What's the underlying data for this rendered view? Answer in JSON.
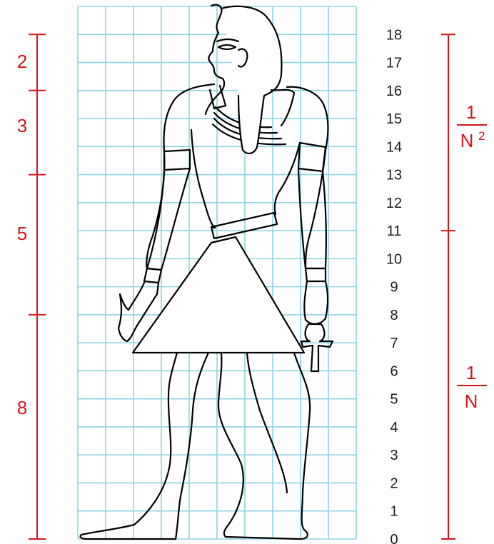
{
  "grid": {
    "columns": 10,
    "rows": 19,
    "color": "#8fd3e3"
  },
  "row_labels": [
    "0",
    "1",
    "2",
    "3",
    "4",
    "5",
    "6",
    "7",
    "8",
    "9",
    "10",
    "11",
    "12",
    "13",
    "14",
    "15",
    "16",
    "17",
    "18"
  ],
  "left_segments": [
    "2",
    "3",
    "5",
    "8"
  ],
  "right_fractions": [
    {
      "numerator": "1",
      "denominator": "N",
      "exponent": "2"
    },
    {
      "numerator": "1",
      "denominator": "N",
      "exponent": ""
    }
  ],
  "colors": {
    "annotation": "#d8151d",
    "outline": "#000000",
    "text": "#1a1a1a"
  }
}
